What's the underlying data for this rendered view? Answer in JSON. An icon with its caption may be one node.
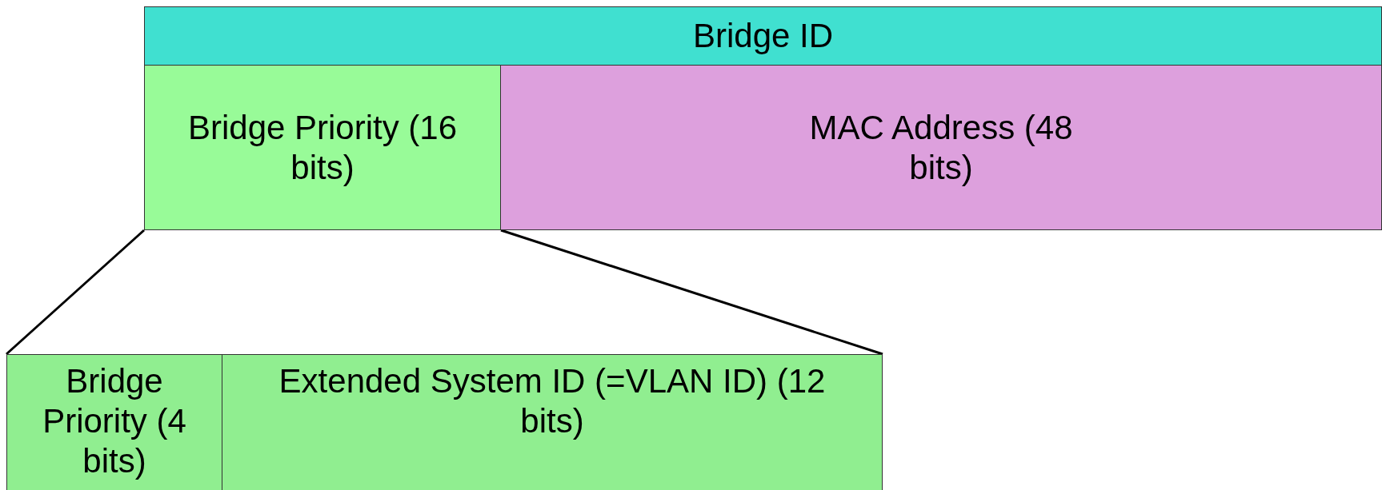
{
  "diagram": {
    "nodes": [
      {
        "text": [
          "Bridge ID"
        ]
      },
      {
        "text": [
          "Bridge Priority (16 bits)"
        ]
      },
      {
        "text": [
          "MAC Address (48 bits)"
        ]
      },
      {
        "text": [
          "Bridge Priority (4 bits)"
        ]
      },
      {
        "text": [
          "Extended System ID (=VLAN ID) (12 bits)"
        ]
      }
    ],
    "edges": [
      {
        "from": 1,
        "to": 3,
        "arrow": "none"
      },
      {
        "from": 1,
        "to": 4,
        "arrow": "none"
      }
    ]
  }
}
